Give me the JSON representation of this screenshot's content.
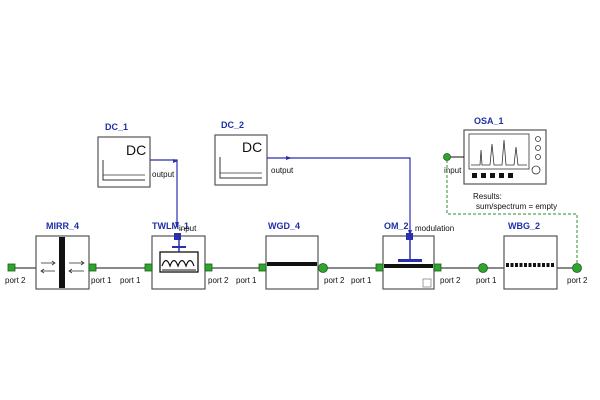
{
  "components": {
    "dc_1": {
      "title": "DC_1",
      "icon_text": "DC",
      "port": "output",
      "icon": "dc-source-icon"
    },
    "dc_2": {
      "title": "DC_2",
      "icon_text": "DC",
      "port": "output",
      "icon": "dc-source-icon"
    },
    "osa_1": {
      "title": "OSA_1",
      "port": "input",
      "results_label": "Results:",
      "results_value": "sum/spectrum = empty",
      "icon": "spectrum-analyzer-icon"
    },
    "mirr_4": {
      "title": "MIRR_4",
      "port_left": "port 2",
      "port_right": "port 1",
      "icon": "mirror-icon"
    },
    "twlm_1": {
      "title": "TWLM_1",
      "port_top": "input",
      "port_left": "port 1",
      "port_right": "port 2",
      "icon": "laser-icon"
    },
    "wgd_4": {
      "title": "WGD_4",
      "port_left": "port 1",
      "port_right": "port 2",
      "icon": "waveguide-icon"
    },
    "om_2": {
      "title": "OM_2",
      "port_top": "modulation",
      "port_left": "port 1",
      "port_right": "port 2",
      "icon": "modulator-icon"
    },
    "wbg_2": {
      "title": "WBG_2",
      "port_left": "port 1",
      "port_right": "port 2",
      "icon": "bragg-grating-icon"
    }
  },
  "colors": {
    "title": "#1f2fa8",
    "wire_blue": "#2a2fb0",
    "wire_green": "#2e8b2e",
    "port_green": "#2fa52f"
  }
}
